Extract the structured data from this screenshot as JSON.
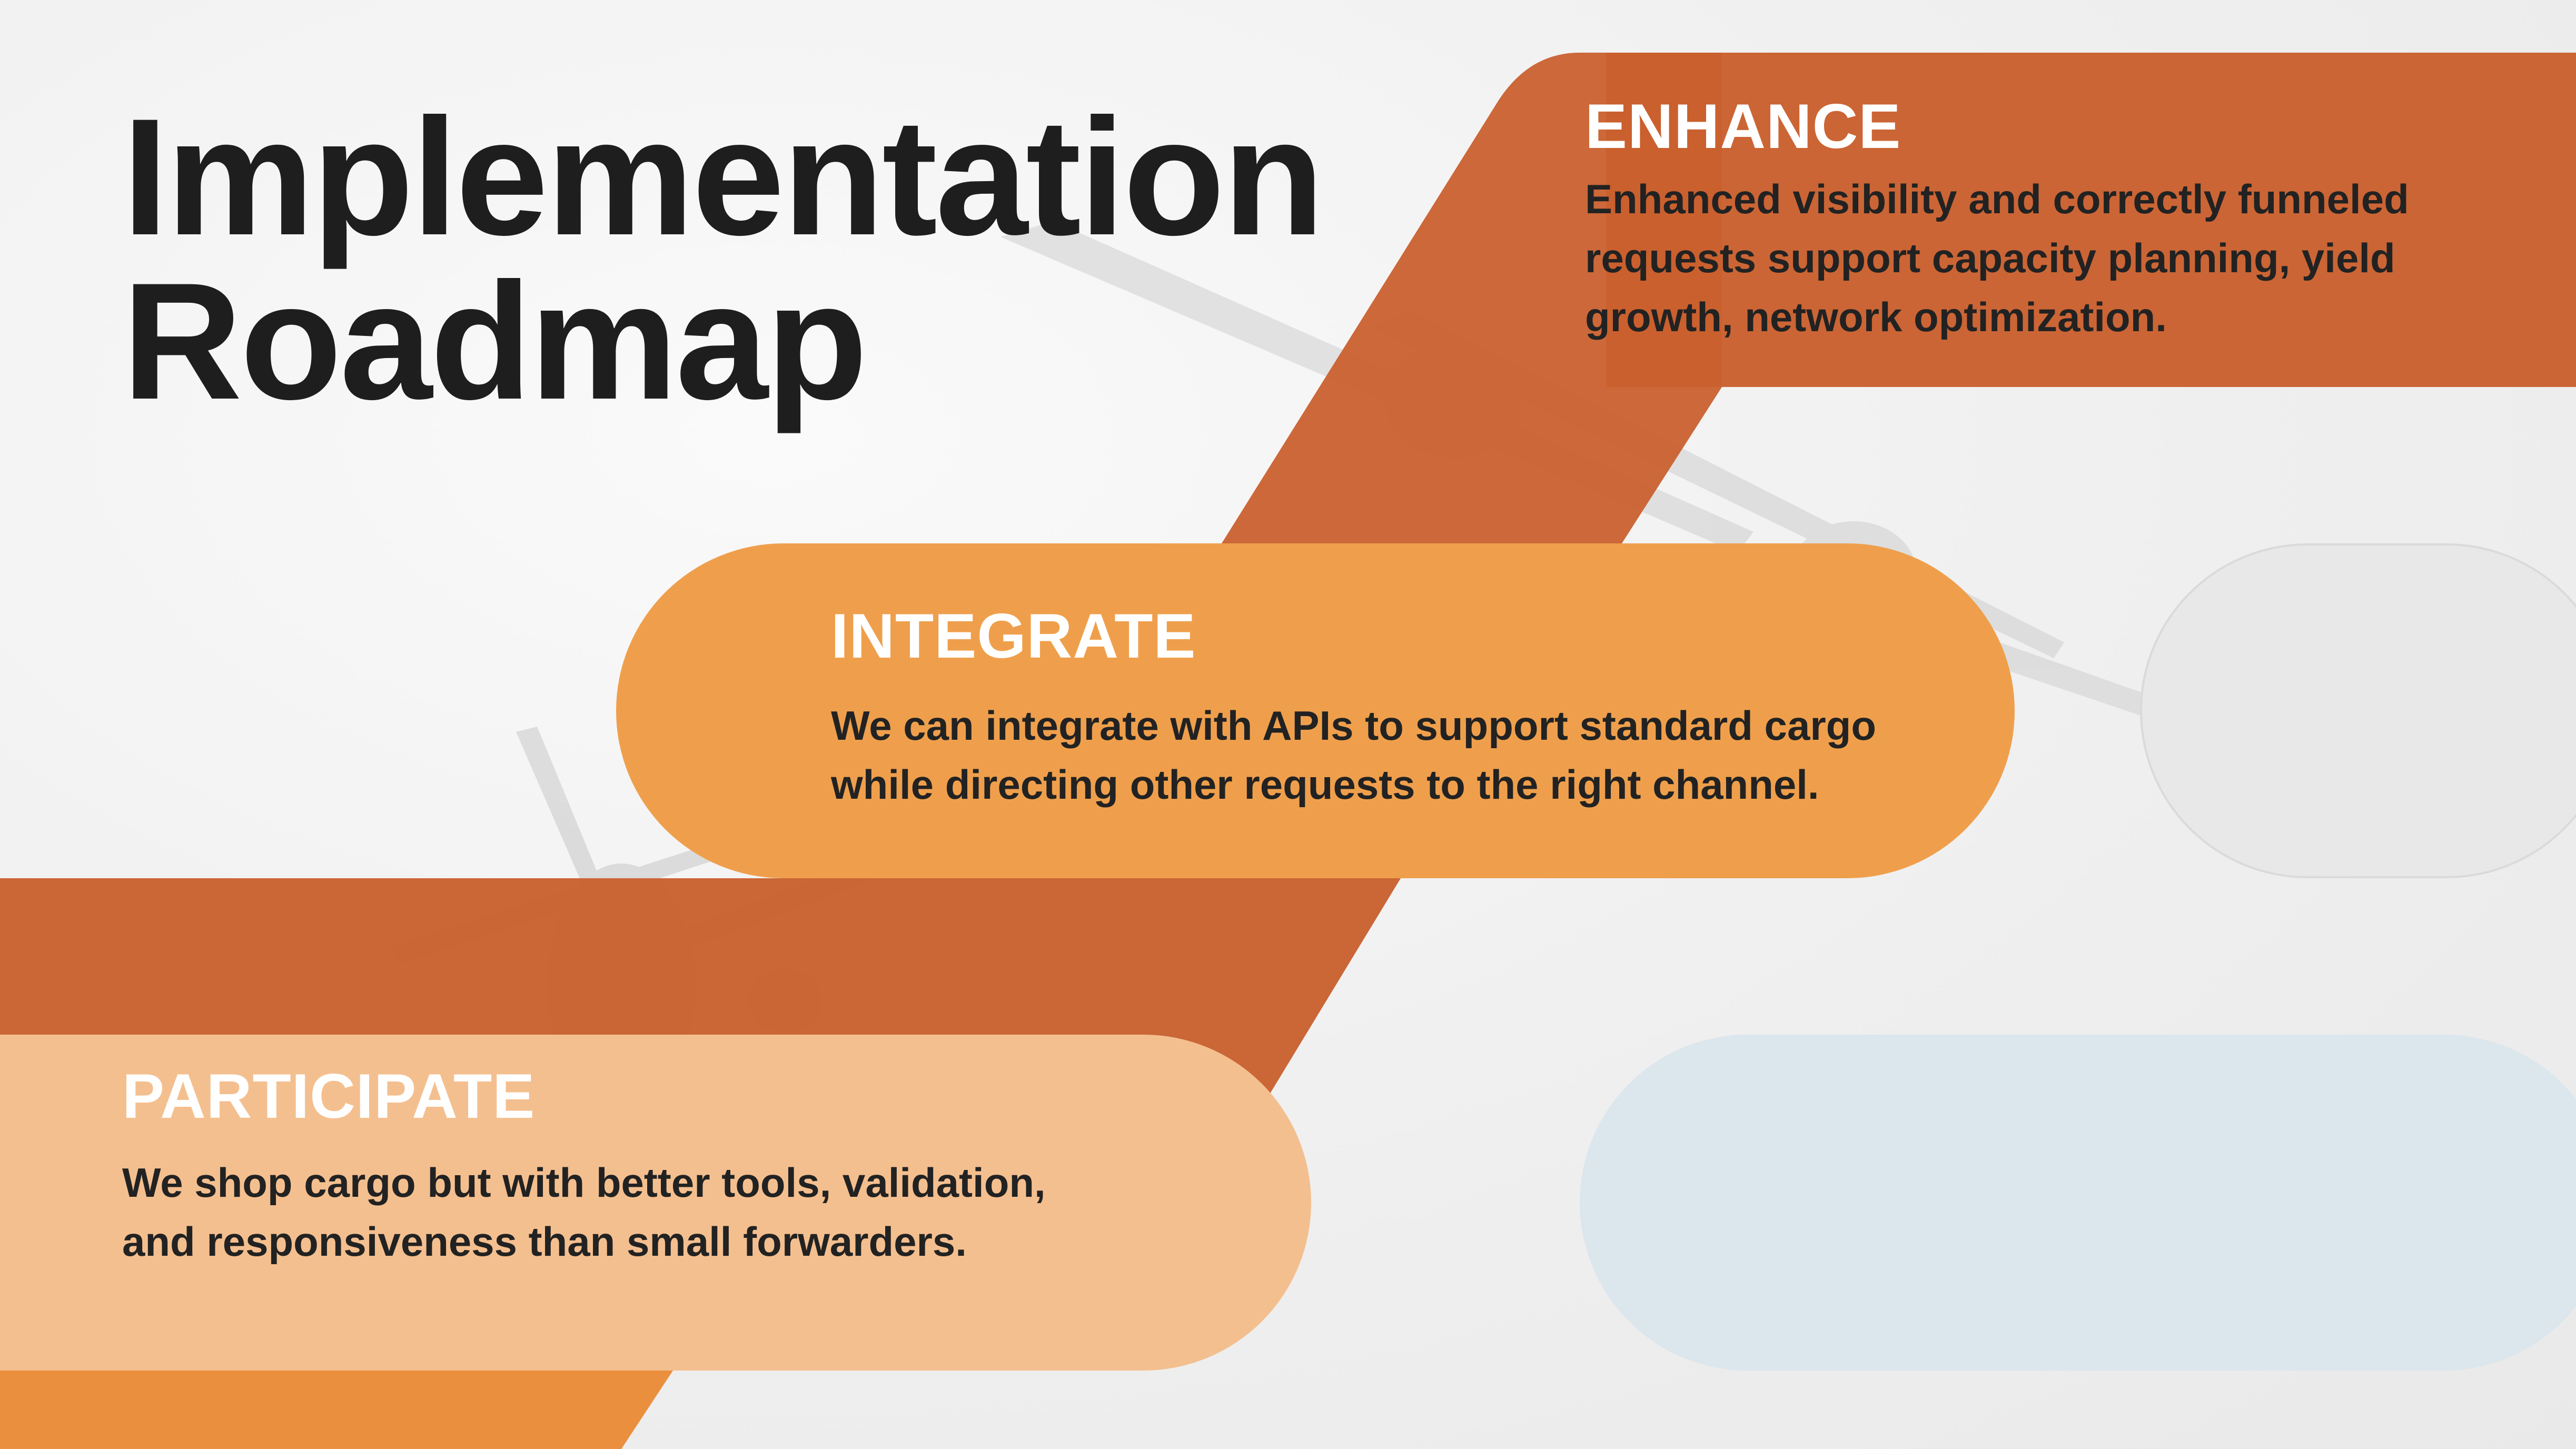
{
  "title": {
    "line1": "Implementation",
    "line2": "Roadmap"
  },
  "colors": {
    "background": "#f2f2f2",
    "band_dark_orange": "#c9602e",
    "band_orange": "#ea8f3e",
    "integrate_pill": "#ef9f4c",
    "participate_pill": "#f4bf8f",
    "placeholder_gray": "#e8e8e8",
    "placeholder_blue": "#dce6ed",
    "heading_text": "#ffffff",
    "body_text": "#222222",
    "title_text": "#1e1e1e"
  },
  "background_image": "airplane-photo",
  "stages": {
    "enhance": {
      "heading": "ENHANCE",
      "lines": [
        "Enhanced visibility and correctly funneled",
        "requests support capacity planning, yield",
        "growth, network optimization."
      ]
    },
    "integrate": {
      "heading": "INTEGRATE",
      "lines": [
        "We can integrate with APIs to support standard cargo",
        "while directing other requests to the right channel."
      ]
    },
    "participate": {
      "heading": "PARTICIPATE",
      "lines": [
        "We shop cargo but with better tools, validation,",
        "and responsiveness than small forwarders."
      ]
    }
  }
}
